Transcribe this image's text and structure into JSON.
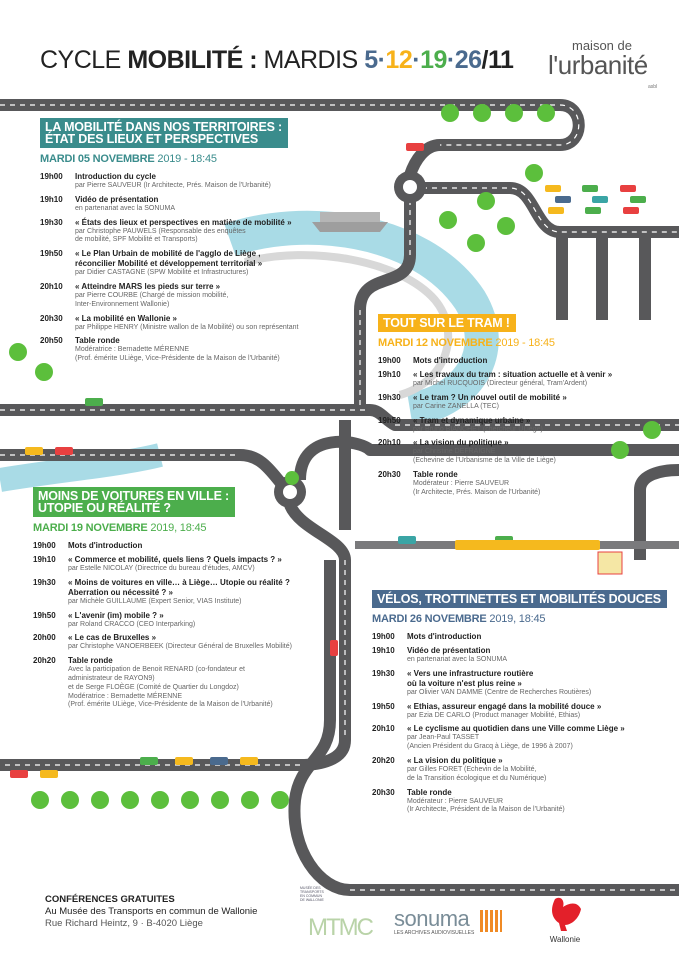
{
  "header": {
    "cycle": "CYCLE",
    "mobilite": "MOBILITÉ :",
    "mardis": "MARDIS",
    "dates": [
      {
        "text": "5",
        "color": "#4a6a8e"
      },
      {
        "text": "·",
        "color": "#4a6a8e"
      },
      {
        "text": "12",
        "color": "#f7b21a"
      },
      {
        "text": "·",
        "color": "#4a6a8e"
      },
      {
        "text": "19",
        "color": "#4cae4c"
      },
      {
        "text": "·",
        "color": "#4a6a8e"
      },
      {
        "text": "26",
        "color": "#4a6a8e"
      },
      {
        "text": "/11",
        "color": "#222222"
      }
    ]
  },
  "logo": {
    "small": "maison de",
    "big": "l'urbanité",
    "asbl": "asbl"
  },
  "sessions": [
    {
      "color": "#3a8c8c",
      "title_lines": [
        "LA MOBILITÉ DANS NOS TERRITOIRES :",
        "ÉTAT DES LIEUX ET PERSPECTIVES"
      ],
      "date_bold": "MARDI 05 NOVEMBRE",
      "date_rest": " 2019 - 18:45",
      "items": [
        {
          "time": "19h00",
          "title": [
            "Introduction du cycle"
          ],
          "sub": [
            "par Pierre SAUVEUR (Ir Architecte, Prés. Maison de l'Urbanité)"
          ]
        },
        {
          "time": "19h10",
          "title": [
            "Vidéo de présentation"
          ],
          "sub": [
            "en partenariat avec la SONUMA"
          ]
        },
        {
          "time": "19h30",
          "title": [
            "« États des lieux et perspectives en matière de mobilité »"
          ],
          "sub": [
            "par Christophe PAUWELS (Responsable des enquêtes",
            "de mobilité, SPF Mobilité et Transports)"
          ]
        },
        {
          "time": "19h50",
          "title": [
            "« Le Plan Urbain de mobilité de l'agglo de Liège ,",
            "réconcilier Mobilité et développement territorial »"
          ],
          "sub": [
            "par Didier CASTAGNE (SPW Mobilité et Infrastructures)"
          ]
        },
        {
          "time": "20h10",
          "title": [
            "« Atteindre MARS les pieds sur terre »"
          ],
          "sub": [
            "par Pierre COURBE (Chargé de mission mobilité,",
            "Inter-Environnement Wallonie)"
          ]
        },
        {
          "time": "20h30",
          "title": [
            "« La mobilité en Wallonie »"
          ],
          "sub": [
            "par Philippe HENRY (Ministre wallon de la Mobilité) ou son représentant"
          ]
        },
        {
          "time": "20h50",
          "title": [
            "Table ronde"
          ],
          "sub": [
            "Modératrice : Bernadette MÉRENNE",
            "(Prof. émérite ULiège, Vice-Présidente de la Maison de l'Urbanité)"
          ]
        }
      ]
    },
    {
      "color": "#f7b21a",
      "title_lines": [
        "TOUT SUR LE TRAM !"
      ],
      "date_bold": "MARDI 12 NOVEMBRE",
      "date_rest": " 2019 - 18:45",
      "items": [
        {
          "time": "19h00",
          "title": [
            "Mots d'introduction"
          ],
          "sub": []
        },
        {
          "time": "19h10",
          "title": [
            "« Les travaux du tram : situation actuelle et à venir »"
          ],
          "sub": [
            "par Michel RUCQUOIS (Directeur général, Tram'Ardent)"
          ]
        },
        {
          "time": "19h30",
          "title": [
            "« Le tram ? Un nouvel outil de mobilité »"
          ],
          "sub": [
            "par Carine ZANELLA (TEC)"
          ]
        },
        {
          "time": "19h50",
          "title": [
            "« Tram et dynamique urbaine »"
          ],
          "sub": [
            "par Bruno BIANCHET (chercheur ULiège)"
          ]
        },
        {
          "time": "20h10",
          "title": [
            "« La vision du politique »"
          ],
          "sub": [
            "par Christine DEFRAIGNE",
            "(Echevine de l'Urbanisme de la Ville de Liège)"
          ]
        },
        {
          "time": "20h30",
          "title": [
            "Table ronde"
          ],
          "sub": [
            "Modérateur : Pierre SAUVEUR",
            "(Ir Architecte, Prés. Maison de l'Urbanité)"
          ]
        }
      ]
    },
    {
      "color": "#4cae4c",
      "title_lines": [
        "MOINS DE VOITURES EN VILLE :",
        "UTOPIE OU RÉALITÉ ?"
      ],
      "date_bold": "MARDI 19 NOVEMBRE",
      "date_rest": " 2019, 18:45",
      "items": [
        {
          "time": "19h00",
          "title": [
            "Mots d'introduction"
          ],
          "sub": []
        },
        {
          "time": "19h10",
          "title": [
            "« Commerce et mobilité, quels liens ? Quels impacts ? »"
          ],
          "sub": [
            "par Estelle NICOLAY (Directrice du bureau d'études, AMCV)"
          ]
        },
        {
          "time": "19h30",
          "title": [
            "« Moins de voitures en ville… à Liège… Utopie ou réalité ?",
            "Aberration ou nécessité ? »"
          ],
          "sub": [
            "par Michèle GUILLAUME (Expert Senior, VIAS Institute)"
          ]
        },
        {
          "time": "19h50",
          "title": [
            "« L'avenir (im) mobile ? »"
          ],
          "sub": [
            "par Roland CRACCO (CEO Interparking)"
          ]
        },
        {
          "time": "20h00",
          "title": [
            "« Le cas de Bruxelles »"
          ],
          "sub": [
            "par Christophe VANOERBEEK (Directeur Général de Bruxelles Mobilité)"
          ]
        },
        {
          "time": "20h20",
          "title": [
            "Table ronde"
          ],
          "sub": [
            "Avec la participation de Benoit RENARD (co-fondateur et",
            "administrateur de RAYON9)",
            "et de Serge FLOÈGE (Comité de Quartier du Longdoz)",
            "Modératrice : Bernadette MÉRENNE",
            "(Prof. émérite ULiège, Vice-Présidente de la Maison de l'Urbanité)"
          ]
        }
      ]
    },
    {
      "color": "#4a6a8e",
      "title_lines": [
        "VÉLOS, TROTTINETTES ET MOBILITÉS DOUCES"
      ],
      "date_bold": "MARDI 26 NOVEMBRE",
      "date_rest": " 2019, 18:45",
      "items": [
        {
          "time": "19h00",
          "title": [
            "Mots d'introduction"
          ],
          "sub": []
        },
        {
          "time": "19h10",
          "title": [
            "Vidéo de présentation"
          ],
          "sub": [
            "en partenariat avec la SONUMA"
          ]
        },
        {
          "time": "19h30",
          "title": [
            "« Vers une infrastructure routière",
            "où la voiture n'est plus reine »"
          ],
          "sub": [
            "par Olivier VAN DAMME (Centre de Recherches Routières)"
          ]
        },
        {
          "time": "19h50",
          "title": [
            "« Ethias, assureur engagé dans la mobilité douce »"
          ],
          "sub": [
            "par Ezia DE CARLO (Product manager Mobilité, Ethias)"
          ]
        },
        {
          "time": "20h10",
          "title": [
            "« Le cyclisme au quotidien dans une Ville comme Liège »"
          ],
          "sub": [
            "par Jean-Paul TASSET",
            "(Ancien Président du Gracq à Liège, de 1996 à 2007)"
          ]
        },
        {
          "time": "20h20",
          "title": [
            "« La vision du politique »"
          ],
          "sub": [
            "par Gilles FORET (Echevin de la Mobilité,",
            "de la Transition écologique et du Numérique)"
          ]
        },
        {
          "time": "20h30",
          "title": [
            "Table ronde"
          ],
          "sub": [
            "Modérateur : Pierre SAUVEUR",
            "(Ir Architecte, Président de la Maison de l'Urbanité)"
          ]
        }
      ]
    }
  ],
  "footer": {
    "line1": "CONFÉRENCES GRATUITES",
    "line2": "Au Musée des Transports en commun de Wallonie",
    "line3": "Rue Richard Heintz, 9 · B-4020 Liège"
  },
  "partners": {
    "mtmc_small": "MUSÉE DES TRANSPORTS EN COMMUN DE WALLONIE",
    "mtmc_letters": "MTMC",
    "sonuma": "sonuma",
    "sonuma_sub": "LES ARCHIVES AUDIOVISUELLES",
    "wallonie": "Wallonie"
  },
  "colors": {
    "road": "#58585a",
    "river": "#a9dbe6",
    "tree": "#5cbf3c"
  }
}
